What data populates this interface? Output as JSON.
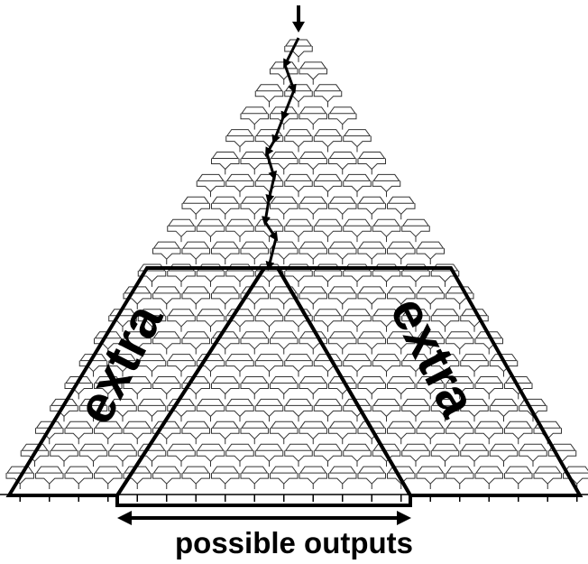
{
  "labels": {
    "extra_left": "extra",
    "extra_right": "extra",
    "possible_outputs": "possible outputs"
  },
  "diagram": {
    "rows": 20,
    "top_arrow": "down-arrow-icon",
    "output_range_arrow": "double-headed-arrow-icon"
  },
  "colors": {
    "ink": "#000000",
    "cell_stroke": "#333333",
    "background": "#ffffff"
  }
}
